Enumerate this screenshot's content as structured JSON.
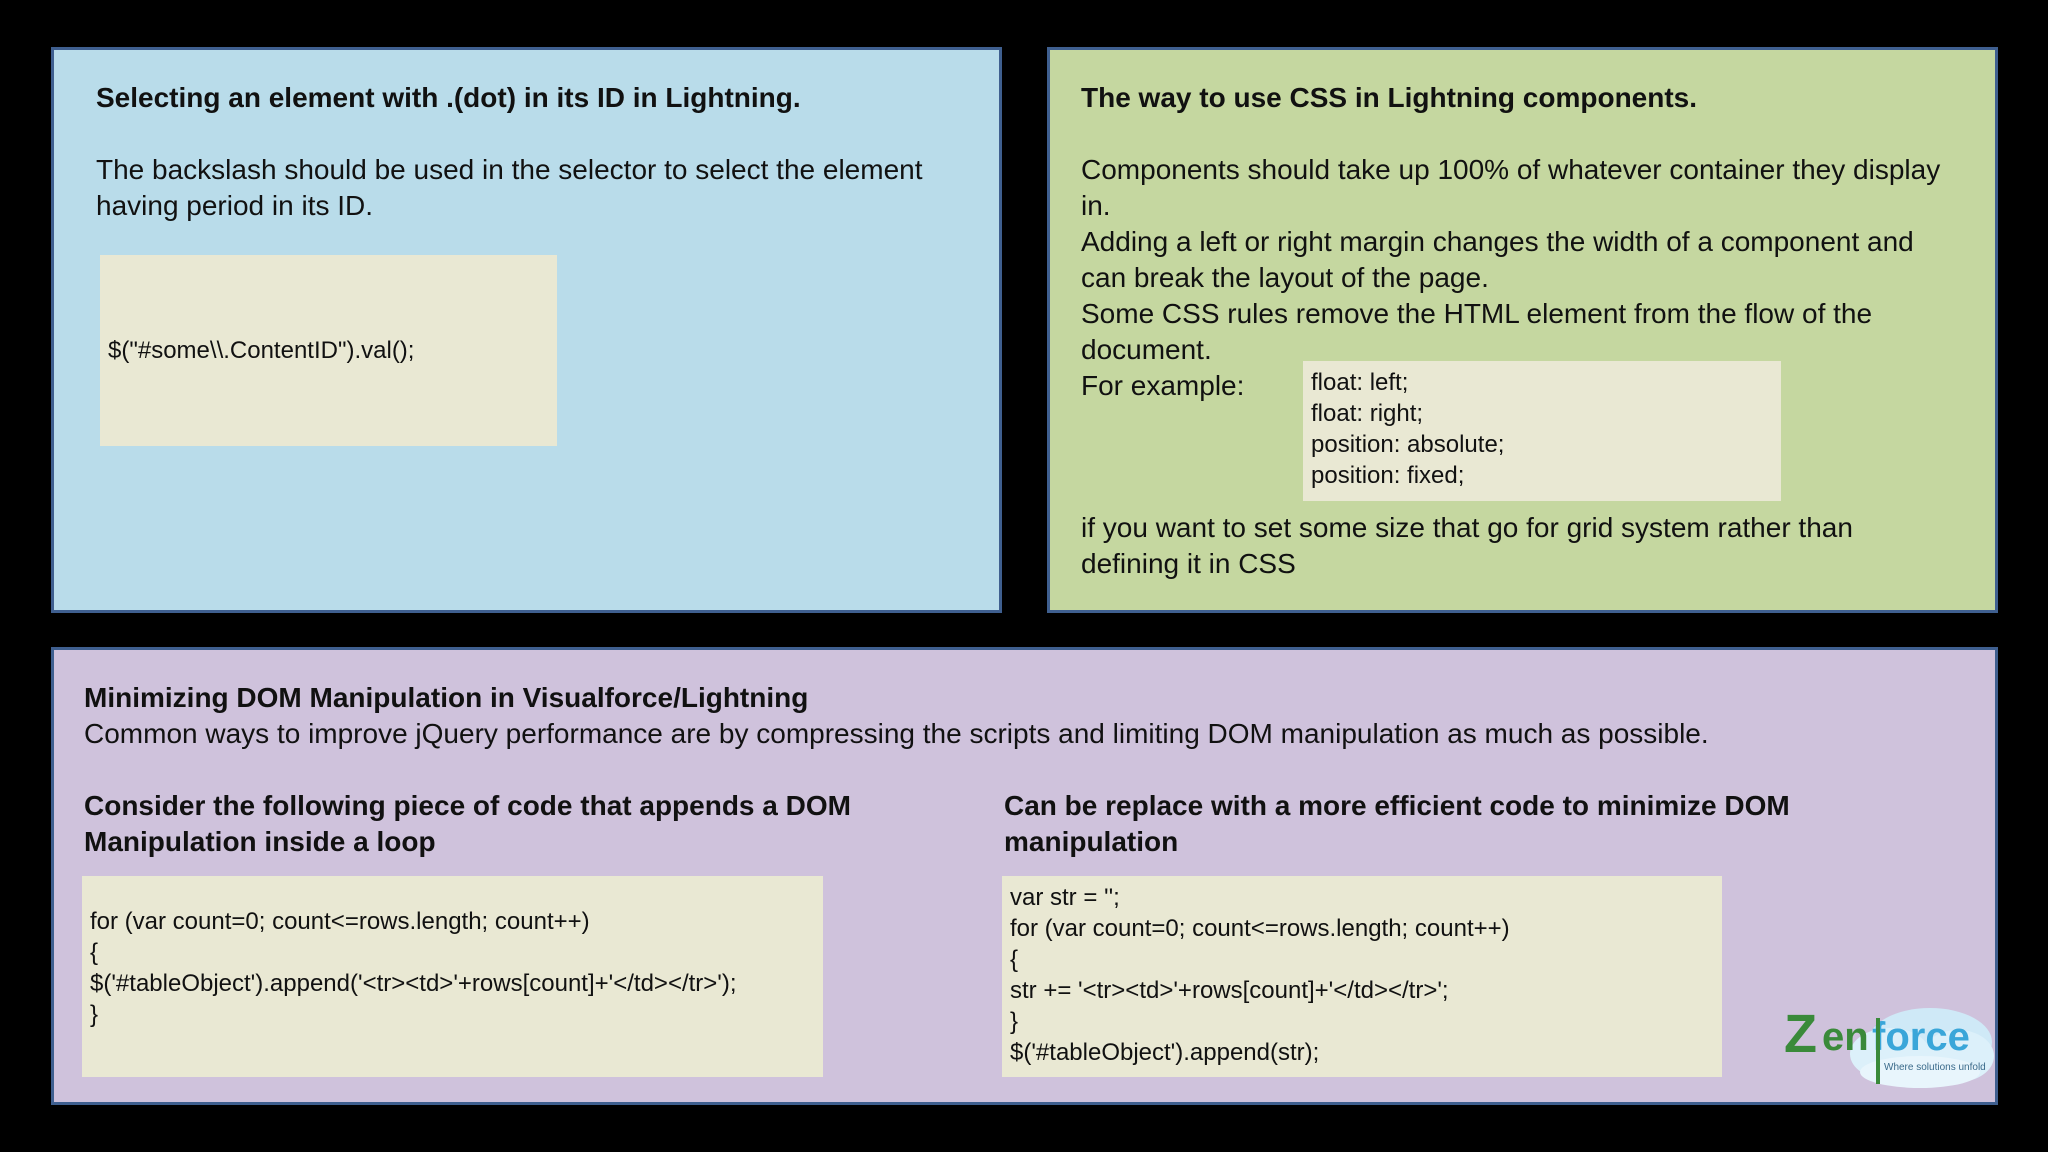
{
  "panel1": {
    "title": "Selecting an element with .(dot) in its ID in Lightning.",
    "body": "The backslash should be used in the selector to select the element having period in its ID.",
    "code": "$(\"#some\\\\.ContentID\").val();"
  },
  "panel2": {
    "title": "The way to use CSS in Lightning components.",
    "lines": [
      "Components should take up 100% of whatever container they display in.",
      "Adding a left or right margin changes the width of a component and can break the layout of the page.",
      "Some CSS rules remove the HTML element from the flow of the document."
    ],
    "example_label": "For example:",
    "example_code": [
      "float: left;",
      "float: right;",
      "position: absolute;",
      "position: fixed;"
    ],
    "tail": "if you want to set some size that go for grid system rather than defining it in CSS"
  },
  "panel3": {
    "title": "Minimizing DOM Manipulation in Visualforce/Lightning",
    "body": "Common ways to improve jQuery performance are by compressing the scripts and limiting DOM manipulation as much as possible.",
    "left_heading": "Consider the following piece of code that appends a DOM Manipulation inside a loop",
    "right_heading": "Can be replace with a more efficient code to minimize DOM manipulation",
    "left_code": [
      "for (var count=0; count<=rows.length; count++)",
      "{",
      "$('#tableObject').append('<tr><td>'+rows[count]+'</td></tr>');",
      "}"
    ],
    "right_code": [
      "var str = '';",
      "for (var count=0; count<=rows.length; count++)",
      "{",
      "str += '<tr><td>'+rows[count]+'</td></tr>';",
      "}",
      "$('#tableObject').append(str);"
    ]
  },
  "logo": {
    "name": "Zenforce",
    "tagline": "Where solutions unfold",
    "colors": {
      "green": "#3a8a3a",
      "blue": "#3aa6d9",
      "cloud": "#cfe9f7"
    }
  }
}
